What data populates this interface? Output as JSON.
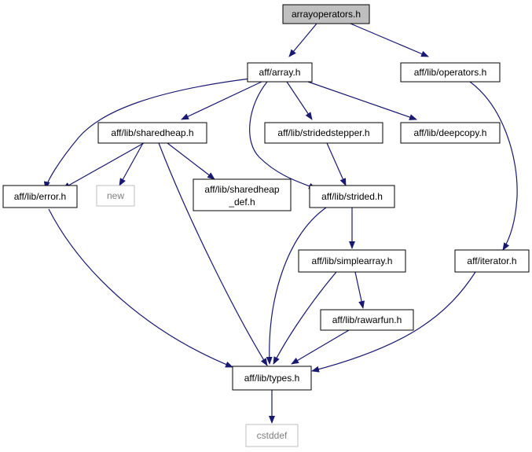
{
  "nodes": {
    "arrayoperators": {
      "label": "arrayoperators.h",
      "fill": "#bfbfbf",
      "stroke": "#000000",
      "text_color": "#000000"
    },
    "array": {
      "label": "aff/array.h"
    },
    "operators": {
      "label": "aff/lib/operators.h"
    },
    "sharedheap": {
      "label": "aff/lib/sharedheap.h"
    },
    "stridedstepper": {
      "label": "aff/lib/stridedstepper.h"
    },
    "deepcopy": {
      "label": "aff/lib/deepcopy.h"
    },
    "error": {
      "label": "aff/lib/error.h"
    },
    "new": {
      "label": "new",
      "stroke": "#bfbfbf",
      "text_color": "#7f7f7f"
    },
    "sharedheap_def": {
      "label_line1": "aff/lib/sharedheap",
      "label_line2": "_def.h"
    },
    "strided": {
      "label": "aff/lib/strided.h"
    },
    "simplearray": {
      "label": "aff/lib/simplearray.h"
    },
    "iterator": {
      "label": "aff/iterator.h"
    },
    "rawarfun": {
      "label": "aff/lib/rawarfun.h"
    },
    "types": {
      "label": "aff/lib/types.h"
    },
    "cstddef": {
      "label": "cstddef",
      "stroke": "#bfbfbf",
      "text_color": "#7f7f7f"
    }
  },
  "colors": {
    "edge": "#191970",
    "node_stroke": "#000000",
    "node_fill": "#ffffff"
  }
}
